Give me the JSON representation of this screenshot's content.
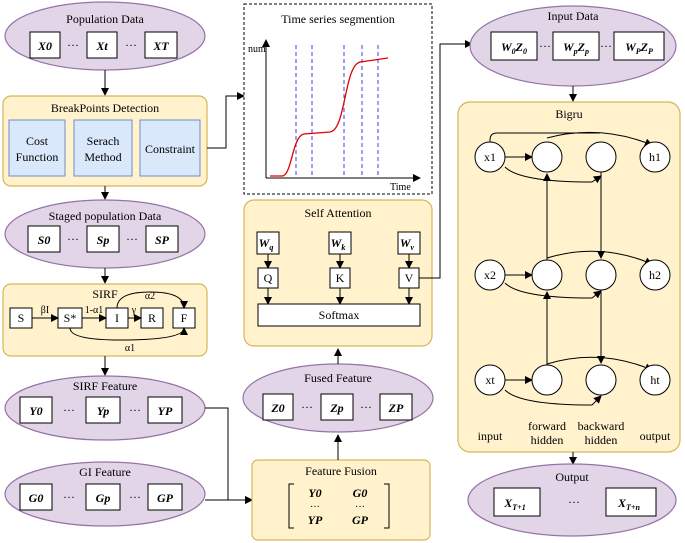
{
  "population": {
    "title": "Population Data",
    "items": [
      "X0",
      "Xt",
      "XT"
    ],
    "dots": "···"
  },
  "breakpoints": {
    "title": "BreakPoints Detection",
    "boxes": [
      "Cost Function",
      "Serach Method",
      "Constraint"
    ]
  },
  "staged": {
    "title": "Staged population Data",
    "items": [
      "S0",
      "Sp",
      "SP"
    ],
    "dots": "···"
  },
  "sirf": {
    "title": "SIRF",
    "nodes": [
      "S",
      "S*",
      "I",
      "R",
      "F"
    ],
    "edges": [
      "βI",
      "1-α1",
      "γ",
      "α2",
      "α1"
    ]
  },
  "sirf_feature": {
    "title": "SIRF Feature",
    "items": [
      "Y0",
      "Yp",
      "YP"
    ],
    "dots": "···"
  },
  "gi_feature": {
    "title": "GI Feature",
    "items": [
      "G0",
      "Gp",
      "GP"
    ],
    "dots": "···"
  },
  "segmentation": {
    "title": "Time series segmention",
    "ylabel": "num",
    "xlabel": "Time"
  },
  "self_attention": {
    "title": "Self Attention",
    "weights": [
      "Wq",
      "Wk",
      "Wv"
    ],
    "qkv": [
      "Q",
      "K",
      "V"
    ],
    "softmax": "Softmax"
  },
  "fused": {
    "title": "Fused Feature",
    "items": [
      "Z0",
      "Zp",
      "ZP"
    ],
    "dots": "···"
  },
  "fusion": {
    "title": "Feature Fusion",
    "matrix": [
      "Y0",
      "G0",
      "···",
      "···",
      "YP",
      "GP"
    ]
  },
  "input_data": {
    "title": "Input Data",
    "items": [
      "W0Z0",
      "WpZp",
      "WPZP"
    ],
    "dots": "···"
  },
  "bigru": {
    "title": "Bigru",
    "inputs": [
      "x1",
      "x2",
      "xt"
    ],
    "outputs": [
      "h1",
      "h2",
      "ht"
    ],
    "labels": [
      "input",
      "forward hidden",
      "backward hidden",
      "output"
    ]
  },
  "output": {
    "title": "Output",
    "items": [
      "XT+1",
      "XT+n"
    ],
    "dots": "···"
  }
}
